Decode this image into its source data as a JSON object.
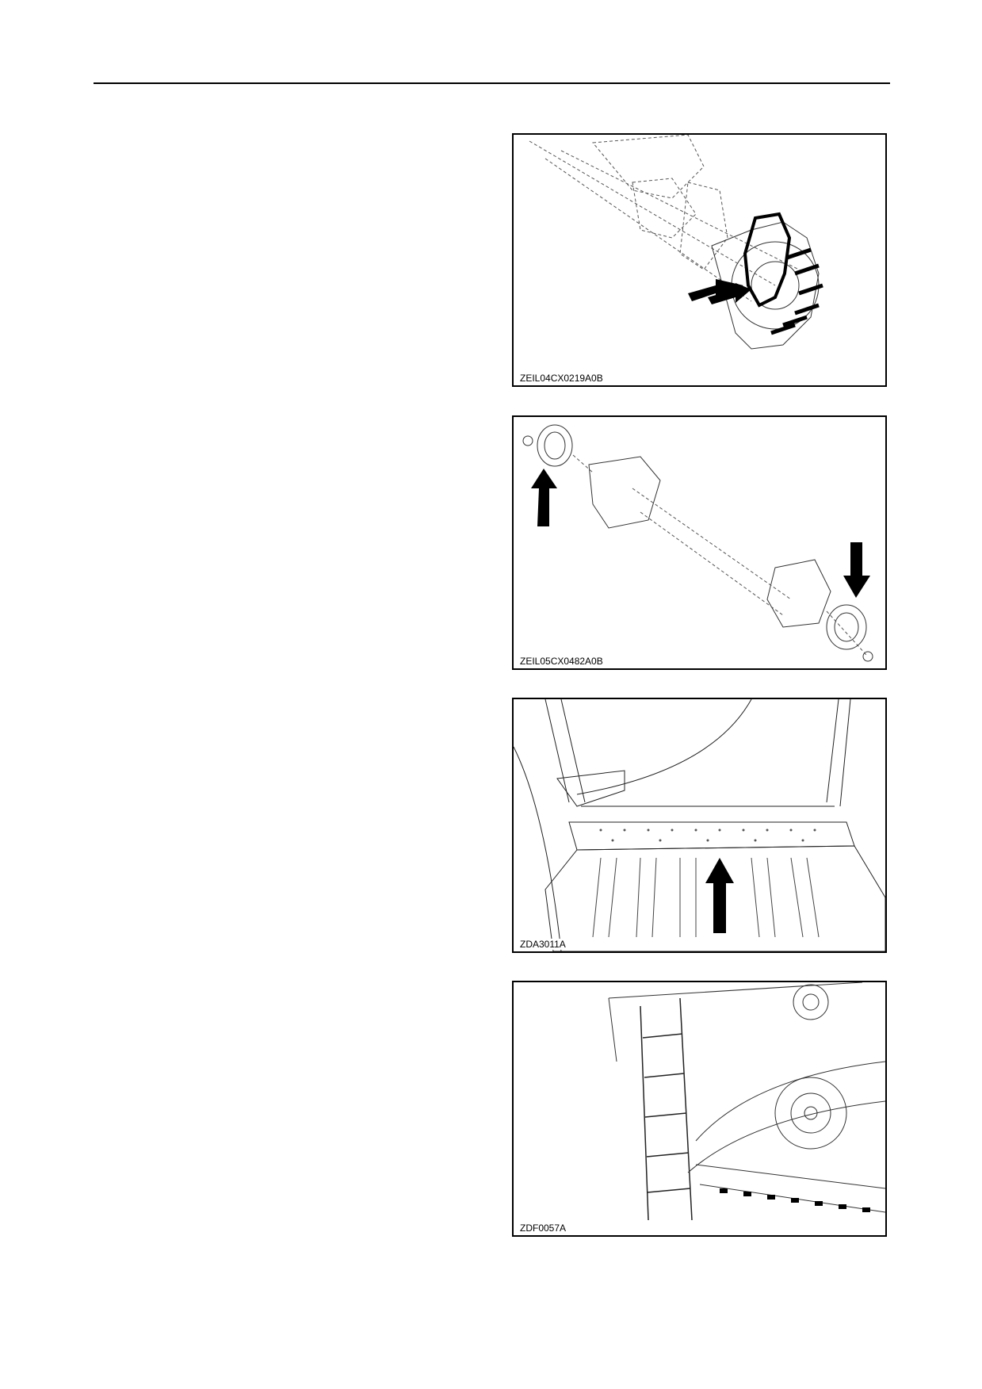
{
  "figures": [
    {
      "caption": "ZEIL04CX0219A0B"
    },
    {
      "caption": "ZEIL05CX0482A0B"
    },
    {
      "caption": "ZDA3011A"
    },
    {
      "caption": "ZDF0057A"
    }
  ]
}
